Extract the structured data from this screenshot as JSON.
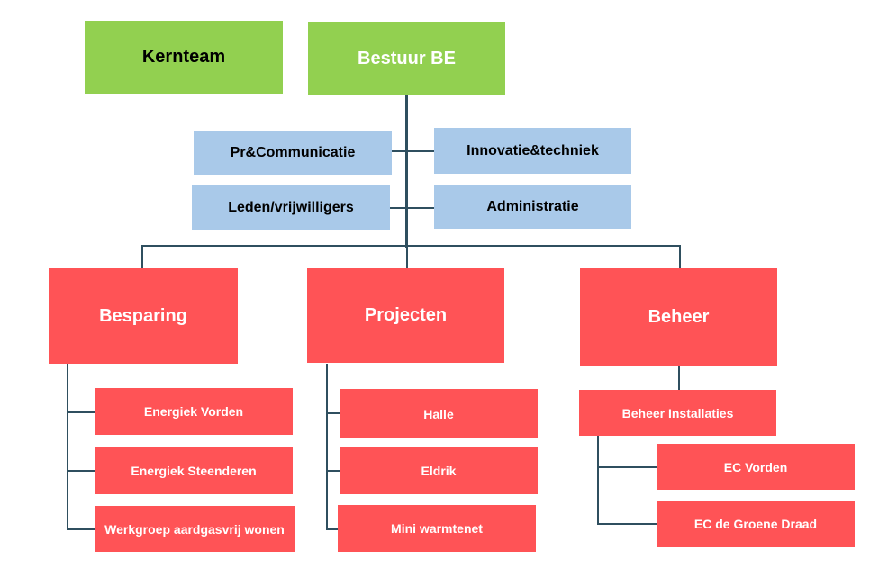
{
  "top": {
    "kernteam": "Kernteam",
    "bestuur": "Bestuur BE"
  },
  "support": {
    "pr": "Pr&Communicatie",
    "innovatie": "Innovatie&techniek",
    "leden": "Leden/vrijwilligers",
    "administratie": "Administratie"
  },
  "besparing": {
    "title": "Besparing",
    "items": [
      "Energiek Vorden",
      "Energiek Steenderen",
      "Werkgroep aardgasvrij wonen"
    ]
  },
  "projecten": {
    "title": "Projecten",
    "items": [
      "Halle",
      "Eldrik",
      "Mini warmtenet"
    ]
  },
  "beheer": {
    "title": "Beheer",
    "installaties": "Beheer Installaties",
    "items": [
      "EC Vorden",
      "EC de Groene Draad"
    ]
  },
  "colors": {
    "green": "#92d050",
    "blue": "#a9c9e9",
    "red": "#ff5356",
    "line": "#2f4f5f"
  }
}
